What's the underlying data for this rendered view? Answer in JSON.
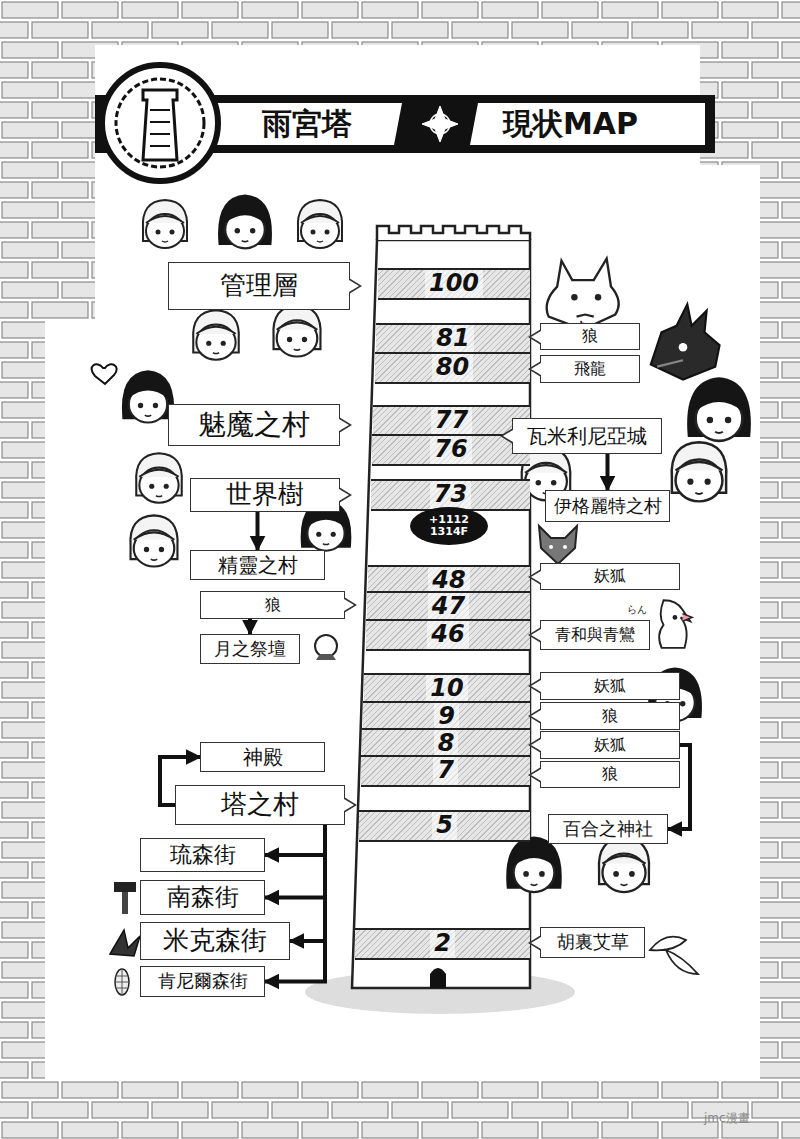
{
  "diagram": {
    "nodes": [
      {
        "text": [
          "雨宮塔",
          "現状MAP"
        ]
      },
      {
        "text": [
          "100"
        ]
      },
      {
        "text": [
          "81"
        ]
      },
      {
        "text": [
          "80"
        ]
      },
      {
        "text": [
          "77"
        ]
      },
      {
        "text": [
          "76"
        ]
      },
      {
        "text": [
          "73"
        ]
      },
      {
        "text": [
          "+1112 1314F"
        ]
      },
      {
        "text": [
          "48"
        ]
      },
      {
        "text": [
          "47"
        ]
      },
      {
        "text": [
          "46"
        ]
      },
      {
        "text": [
          "10"
        ]
      },
      {
        "text": [
          "9"
        ]
      },
      {
        "text": [
          "8"
        ]
      },
      {
        "text": [
          "7"
        ]
      },
      {
        "text": [
          "5"
        ]
      },
      {
        "text": [
          "2"
        ]
      },
      {
        "text": [
          "管理層"
        ]
      },
      {
        "text": [
          "魅魔之村"
        ]
      },
      {
        "text": [
          "世界樹"
        ]
      },
      {
        "text": [
          "精靈之村"
        ]
      },
      {
        "text": [
          "狼"
        ]
      },
      {
        "text": [
          "月之祭壇"
        ]
      },
      {
        "text": [
          "神殿"
        ]
      },
      {
        "text": [
          "塔之村"
        ]
      },
      {
        "text": [
          "琉森街"
        ]
      },
      {
        "text": [
          "南森街"
        ]
      },
      {
        "text": [
          "米克森街"
        ]
      },
      {
        "text": [
          "肯尼爾森街"
        ]
      },
      {
        "text": [
          "狼"
        ]
      },
      {
        "text": [
          "飛龍"
        ]
      },
      {
        "text": [
          "瓦米利尼亞城"
        ]
      },
      {
        "text": [
          "伊格麗特之村"
        ]
      },
      {
        "text": [
          "妖狐"
        ]
      },
      {
        "text": [
          "青和與青鸞"
        ]
      },
      {
        "text": [
          "妖狐"
        ]
      },
      {
        "text": [
          "狼"
        ]
      },
      {
        "text": [
          "妖狐"
        ]
      },
      {
        "text": [
          "狼"
        ]
      },
      {
        "text": [
          "百合之神社"
        ]
      },
      {
        "text": [
          "胡裏艾草"
        ]
      }
    ],
    "edges": [
      {
        "from": 19,
        "to": 20,
        "arrow": "to"
      },
      {
        "from": 21,
        "to": 22,
        "arrow": "to"
      },
      {
        "from": 31,
        "to": 32,
        "arrow": "to"
      },
      {
        "from": 24,
        "to": 23,
        "arrow": "to"
      },
      {
        "from": 24,
        "to": 25,
        "arrow": "to"
      },
      {
        "from": 24,
        "to": 26,
        "arrow": "to"
      },
      {
        "from": 24,
        "to": 27,
        "arrow": "to"
      },
      {
        "from": 24,
        "to": 28,
        "arrow": "to"
      },
      {
        "from": 37,
        "to": 39,
        "arrow": "to"
      }
    ],
    "labels": [
      "らん",
      "jmc漫畫"
    ]
  }
}
